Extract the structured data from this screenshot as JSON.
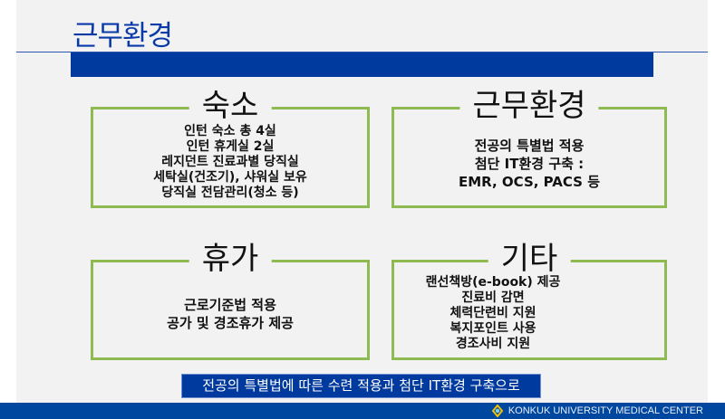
{
  "header": {
    "title": "근무환경"
  },
  "boxes": [
    {
      "title": "숙소",
      "lines": [
        "인턴 숙소 총 4실",
        "인턴 휴게실 2실",
        "레지던트 진료과별 당직실",
        "세탁실(건조기), 샤워실 보유",
        "당직실 전담관리(청소 등)"
      ]
    },
    {
      "title": "근무환경",
      "lines": [
        "전공의 특별법 적용",
        "첨단 IT환경 구축 :",
        "EMR, OCS, PACS 등"
      ]
    },
    {
      "title": "휴가",
      "lines": [
        "근로기준법 적용",
        "공가 및 경조휴가 제공"
      ]
    },
    {
      "title": "기타",
      "lines": [
        "랜선책방(e-book) 제공",
        "진료비 감면",
        "체력단련비 지원",
        "복지포인트 사용",
        "경조사비 지원"
      ]
    }
  ],
  "banner": {
    "text": "전공의 특별법에 따른 수련 적용과 첨단 IT환경 구축으로"
  },
  "footer": {
    "brand": "KONKUK UNIVERSITY MEDICAL CENTER",
    "logo_icon": "kumc-logo-icon"
  },
  "colors": {
    "accent": "#003a9e",
    "box_border": "#8fba52"
  }
}
